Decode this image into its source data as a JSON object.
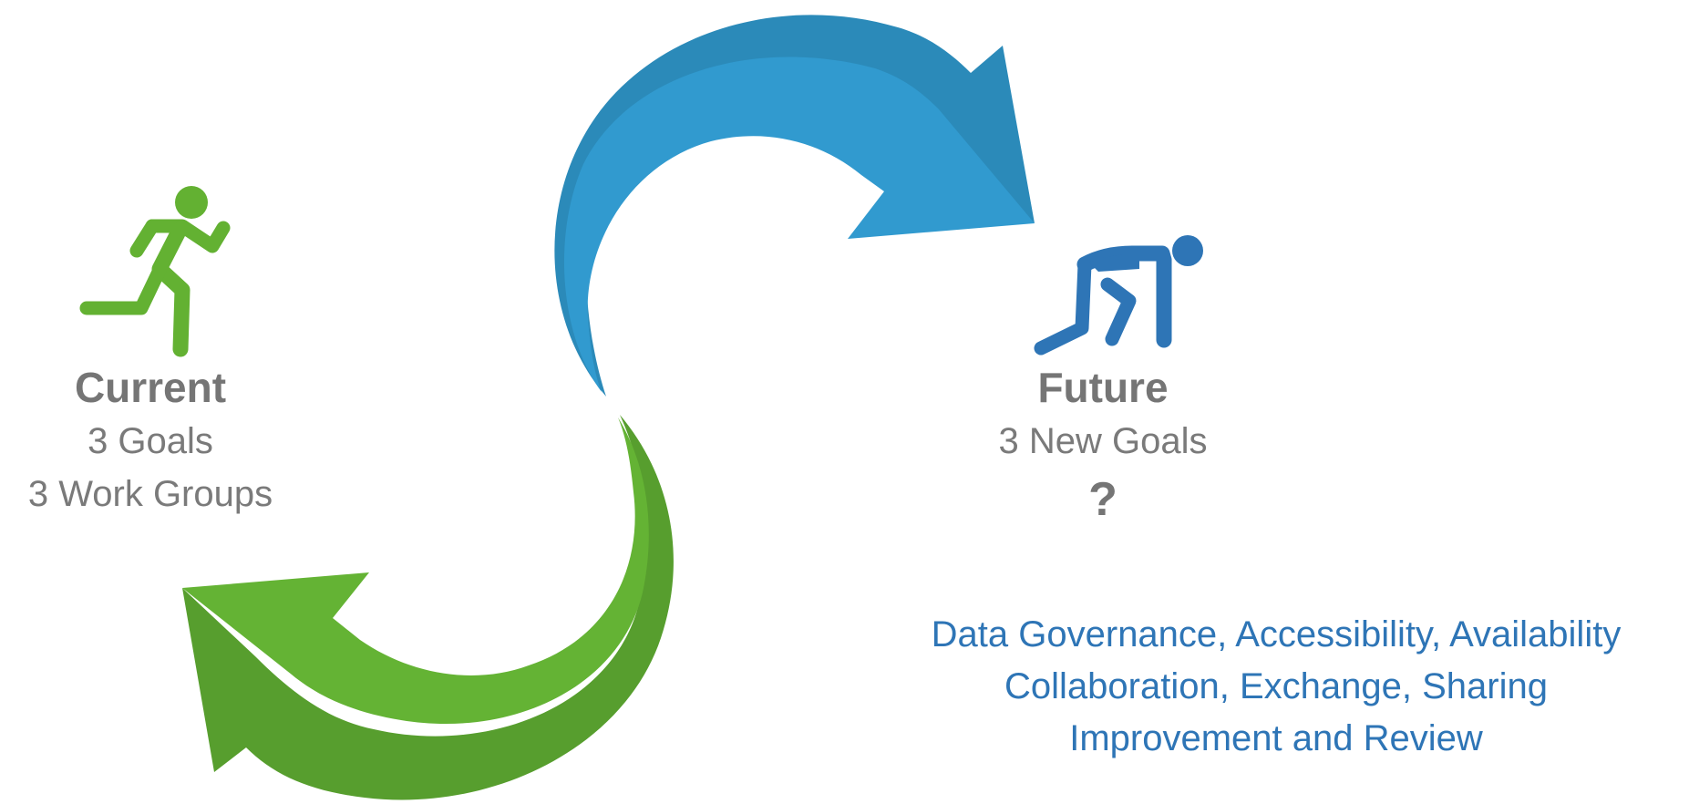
{
  "current": {
    "heading": "Current",
    "lines": [
      "3 Goals",
      "3 Work Groups"
    ],
    "icon": "running-person-icon",
    "color": "#63b132"
  },
  "future": {
    "heading": "Future",
    "lines": [
      "3 New Goals"
    ],
    "question": "?",
    "icon": "runner-ready-start-icon",
    "color": "#2e75b6"
  },
  "goals": [
    "Data Governance, Accessibility, Availability",
    "Collaboration, Exchange, Sharing",
    "Improvement and Review"
  ],
  "colors": {
    "blue_arrow_light": "#319acf",
    "blue_arrow_dark": "#2b8ab9",
    "green_arrow_light": "#64b334",
    "green_arrow_dark": "#579e2e",
    "label_gray": "#757575",
    "goal_text": "#2e75b6"
  }
}
